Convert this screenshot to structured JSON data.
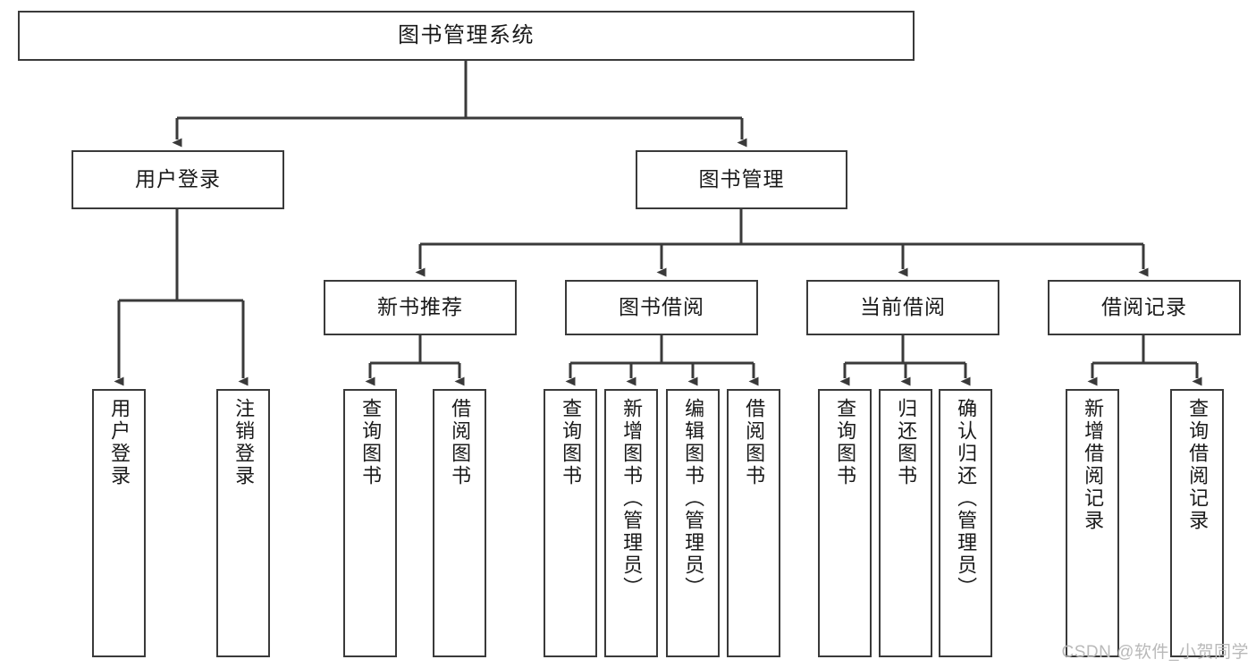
{
  "diagram": {
    "title": "图书管理系统",
    "type": "hierarchy-tree",
    "colors": {
      "box_border": "#3a3a3a",
      "box_fill": "#ffffff",
      "connector": "#3a3a3a",
      "watermark": "#b9b9b9",
      "background": "#ffffff"
    },
    "nodes": {
      "root": {
        "label": "图书管理系统"
      },
      "level2": [
        {
          "id": "user-login",
          "label": "用户登录"
        },
        {
          "id": "book-management",
          "label": "图书管理"
        }
      ],
      "level3": [
        {
          "id": "new-book-recommend",
          "label": "新书推荐"
        },
        {
          "id": "book-borrow",
          "label": "图书借阅"
        },
        {
          "id": "current-borrow",
          "label": "当前借阅"
        },
        {
          "id": "borrow-record",
          "label": "借阅记录"
        }
      ],
      "leaves": {
        "user-login": [
          {
            "id": "leaf-user-login",
            "label": "用户登录"
          },
          {
            "id": "leaf-logout",
            "label": "注销登录"
          }
        ],
        "new-book-recommend": [
          {
            "id": "leaf-query-book-1",
            "label": "查询图书"
          },
          {
            "id": "leaf-borrow-book-1",
            "label": "借阅图书"
          }
        ],
        "book-borrow": [
          {
            "id": "leaf-query-book-2",
            "label": "查询图书"
          },
          {
            "id": "leaf-add-book",
            "label": "新增图书（管理员）"
          },
          {
            "id": "leaf-edit-book",
            "label": "编辑图书（管理员）"
          },
          {
            "id": "leaf-borrow-book-2",
            "label": "借阅图书"
          }
        ],
        "current-borrow": [
          {
            "id": "leaf-query-book-3",
            "label": "查询图书"
          },
          {
            "id": "leaf-return-book",
            "label": "归还图书"
          },
          {
            "id": "leaf-confirm-return",
            "label": "确认归还（管理员）"
          }
        ],
        "borrow-record": [
          {
            "id": "leaf-add-record",
            "label": "新增借阅记录"
          },
          {
            "id": "leaf-query-record",
            "label": "查询借阅记录"
          }
        ]
      }
    },
    "watermark": "CSDN @软件_小贺同学"
  }
}
